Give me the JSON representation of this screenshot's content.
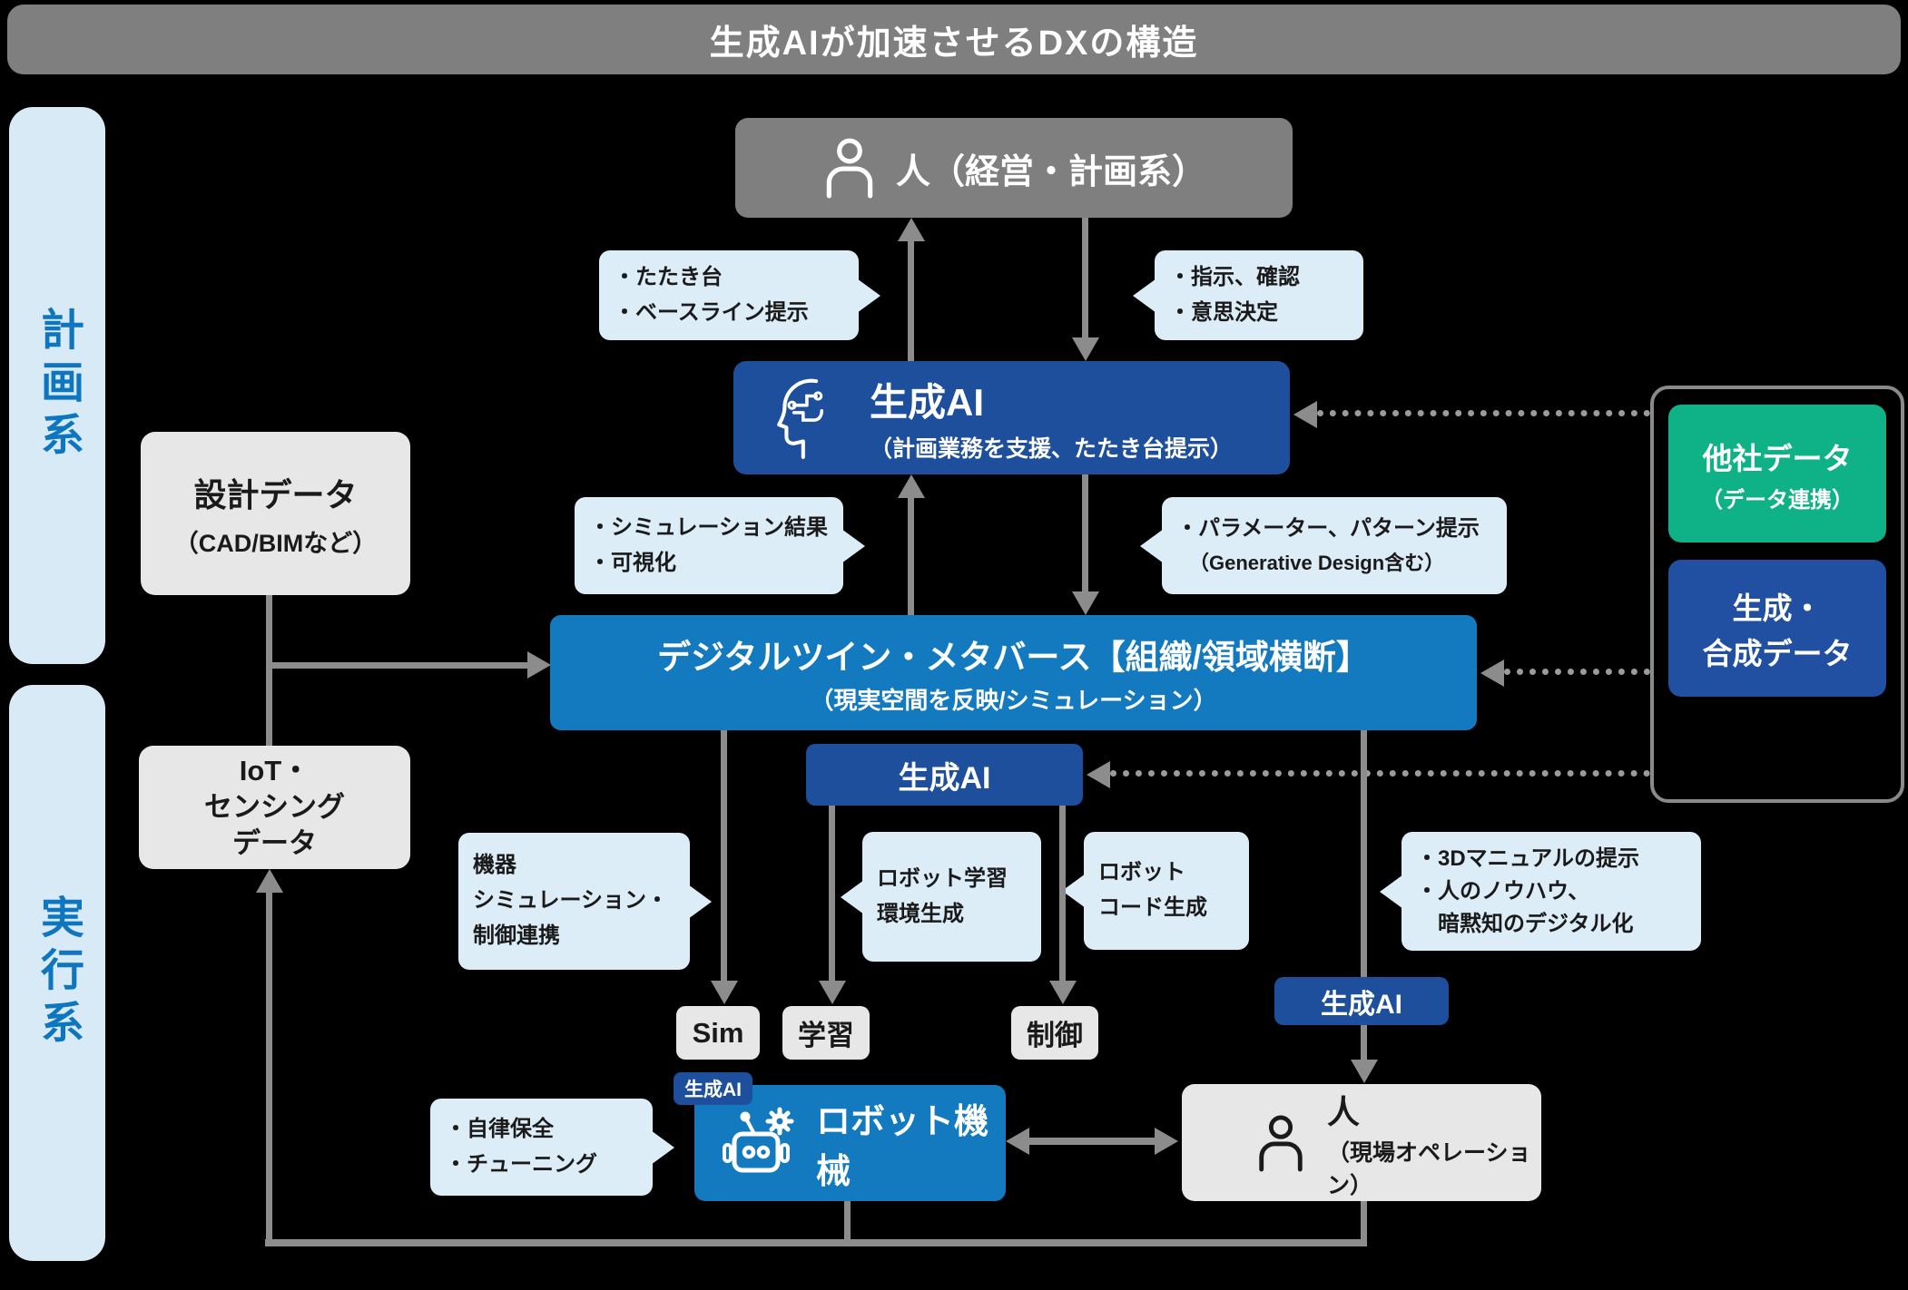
{
  "title": "生成AIが加速させるDXの構造",
  "side": {
    "plan": "計画系",
    "exec": "実行系"
  },
  "boxes": {
    "human_top": {
      "label": "人（経営・計画系）"
    },
    "gen_ai_main": {
      "title": "生成AI",
      "subtitle": "（計画業務を支援、たたき台提示）"
    },
    "digital_twin": {
      "title": "デジタルツイン・メタバース【組織/領域横断】",
      "subtitle": "（現実空間を反映/シミュレーション）"
    },
    "gen_ai_mid": {
      "label": "生成AI"
    },
    "design_data": {
      "title": "設計データ",
      "subtitle": "（CAD/BIMなど）"
    },
    "iot": {
      "lines": [
        "IoT・",
        "センシング",
        "データ"
      ]
    },
    "other_company": {
      "title": "他社データ",
      "subtitle": "（データ連携）"
    },
    "synthetic": {
      "lines": [
        "生成・",
        "合成データ"
      ]
    },
    "robot": {
      "label": "ロボット機械"
    },
    "human_field": {
      "title": "人",
      "subtitle": "（現場オペレーション）"
    },
    "gen_ai_badge_robot": "生成AI",
    "gen_ai_badge_field": "生成AI",
    "label_sim": "Sim",
    "label_learn": "学習",
    "label_control": "制御"
  },
  "bubbles": {
    "draft": [
      "・たたき台",
      "・ベースライン提示"
    ],
    "instruction": [
      "・指示、確認",
      "・意思決定"
    ],
    "sim_result": [
      "・シミュレーション結果",
      "・可視化"
    ],
    "parameter": [
      "・パラメーター、パターン提示",
      "（Generative Design含む）"
    ],
    "equipment": [
      "機器",
      "シミュレーション・",
      "制御連携"
    ],
    "robot_learning": [
      "ロボット学習",
      "環境生成"
    ],
    "robot_code": [
      "ロボット",
      "コード生成"
    ],
    "manual_3d": [
      "・3Dマニュアルの提示",
      "・人のノウハウ、",
      "　暗黙知のデジタル化"
    ],
    "autonomous": [
      "・自律保全",
      "・チューニング"
    ]
  },
  "colors": {
    "gray-box": "#7f7f7f",
    "blue-dark": "#1d4f9c",
    "blue": "#137abf",
    "bubble": "#ddedf8",
    "sidebar": "#d9eaf7",
    "sidebar-text": "#0d76bf",
    "lightgray": "#e7e7e7",
    "green": "#0fb287",
    "navy": "#2150a3",
    "line": "#8c8c8c",
    "dot": "#9b9b9b",
    "text": "#1a1a1a",
    "panel-border": "#8a8a8a"
  }
}
